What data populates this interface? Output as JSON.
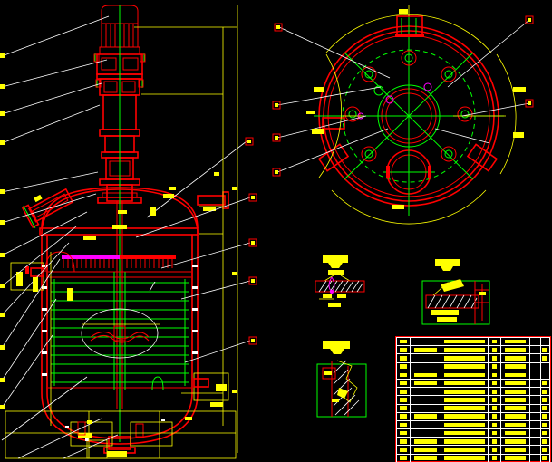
{
  "drawing": {
    "type": "cad-assembly-drawing",
    "background_color": "#000000",
    "title_text": "",
    "views": [
      {
        "name": "front-elevation-section",
        "label": ""
      },
      {
        "name": "top-plan-view",
        "label": ""
      },
      {
        "name": "detail-view-i",
        "label": "I"
      },
      {
        "name": "detail-view-ii",
        "label": "II"
      },
      {
        "name": "detail-view-iii",
        "label": "III"
      }
    ]
  },
  "colors": {
    "entity_red": "#ff0000",
    "entity_green": "#00ff00",
    "entity_yellow": "#ffff00",
    "entity_white": "#ffffff",
    "entity_magenta": "#ff00ff",
    "entity_cyan": "#00ffff",
    "canvas": "#000000"
  },
  "balloons": {
    "left_column": [
      "1",
      "2",
      "3",
      "4",
      "5",
      "6",
      "7",
      "8",
      "9",
      "10"
    ],
    "right_column": [
      "11",
      "12",
      "13",
      "14",
      "15"
    ],
    "plan_left": [
      "16",
      "17",
      "18",
      "19"
    ],
    "plan_right": [
      "20",
      "21"
    ]
  },
  "detail_labels": {
    "detail_1": "I",
    "detail_2": "II",
    "detail_3": "III"
  },
  "bom": {
    "border_color": "#ff0000",
    "grid_color": "#ffffff",
    "text_color": "#ffff00",
    "columns": [
      "序号",
      "代号",
      "名称",
      "数量",
      "材料",
      "单重",
      "备注"
    ],
    "rows": [
      {
        "no": "17",
        "code": "",
        "name": "电机 Y132M-4 4kW",
        "qty": "1",
        "material": "外购件",
        "weight": "",
        "remark": ""
      },
      {
        "no": "16",
        "code": "JB/T7929",
        "name": "减速机 BLD-1.5 2",
        "qty": "1",
        "material": "外购件",
        "weight": "",
        "remark": "2"
      },
      {
        "no": "15",
        "code": "",
        "name": "机架 JB/T 4711",
        "qty": "1",
        "material": "外购件",
        "weight": "",
        "remark": "1"
      },
      {
        "no": "14",
        "code": "",
        "name": "联轴器 B-1",
        "qty": "1",
        "material": "外购件",
        "weight": "",
        "remark": ""
      },
      {
        "no": "13",
        "code": "HG21537",
        "name": "机械密封 ML-65",
        "qty": "1",
        "material": "外购件",
        "weight": "",
        "remark": ""
      },
      {
        "no": "12",
        "code": "GB/T9115",
        "name": "搅拌轴",
        "qty": "1",
        "material": "0Cr18Ni9(1Cr18Ni9Ti)",
        "weight": "",
        "remark": "1"
      },
      {
        "no": "11",
        "code": "",
        "name": "搅拌桨叶 d=250",
        "qty": "1",
        "material": "不锈钢",
        "weight": "",
        "remark": "1"
      },
      {
        "no": "10",
        "code": "",
        "name": "挡板 B=80",
        "qty": "4",
        "material": "不锈钢",
        "weight": "",
        "remark": "4"
      },
      {
        "no": "9",
        "code": "",
        "name": "换热盘管 Φ25×3.0",
        "qty": "1",
        "material": "不锈钢",
        "weight": "",
        "remark": "1"
      },
      {
        "no": "8",
        "code": "GB/T9019",
        "name": "筒体封头 δ12 H=1600",
        "qty": "1",
        "material": "不锈钢",
        "weight": "",
        "remark": "1"
      },
      {
        "no": "7",
        "code": "",
        "name": "上封头 δ12",
        "qty": "1",
        "material": "不锈钢",
        "weight": "",
        "remark": "1"
      },
      {
        "no": "6",
        "code": "",
        "name": "下封头 δ12 R=800",
        "qty": "1",
        "material": "不锈钢",
        "weight": "",
        "remark": "1"
      },
      {
        "no": "5",
        "code": "HG20592",
        "name": "法兰接管 DN50",
        "qty": "2",
        "material": "不锈钢",
        "weight": "",
        "remark": "2"
      },
      {
        "no": "4",
        "code": "HG21514",
        "name": "人孔 DN450 带盖",
        "qty": "1",
        "material": "碳钢衬里",
        "weight": "",
        "remark": "1"
      },
      {
        "no": "3",
        "code": "JB/T4712",
        "name": "支座 A-N3 耳式",
        "qty": "1",
        "material": "Q235-B",
        "weight": "",
        "remark": "4"
      },
      {
        "no": "2",
        "code": "HG20615",
        "name": "温度计接口",
        "qty": "1",
        "material": "不锈钢",
        "weight": "",
        "remark": "1"
      },
      {
        "no": "1",
        "code": "",
        "name": "排污口 DN40",
        "qty": "1",
        "material": "不锈钢",
        "weight": "",
        "remark": "1"
      }
    ]
  }
}
